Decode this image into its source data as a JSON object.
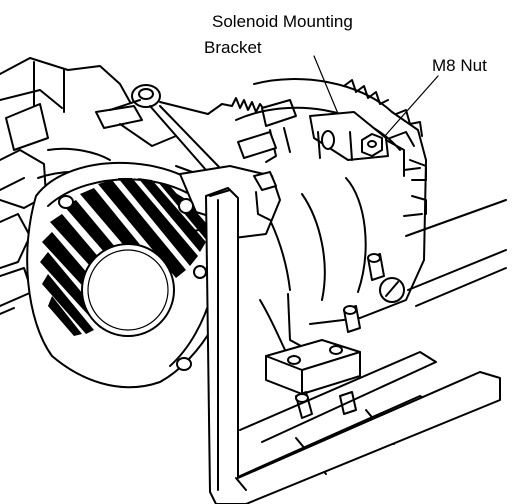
{
  "labels": {
    "solenoid_line1": "Solenoid Mounting",
    "solenoid_line2": "Bracket",
    "m8_nut": "M8 Nut"
  }
}
